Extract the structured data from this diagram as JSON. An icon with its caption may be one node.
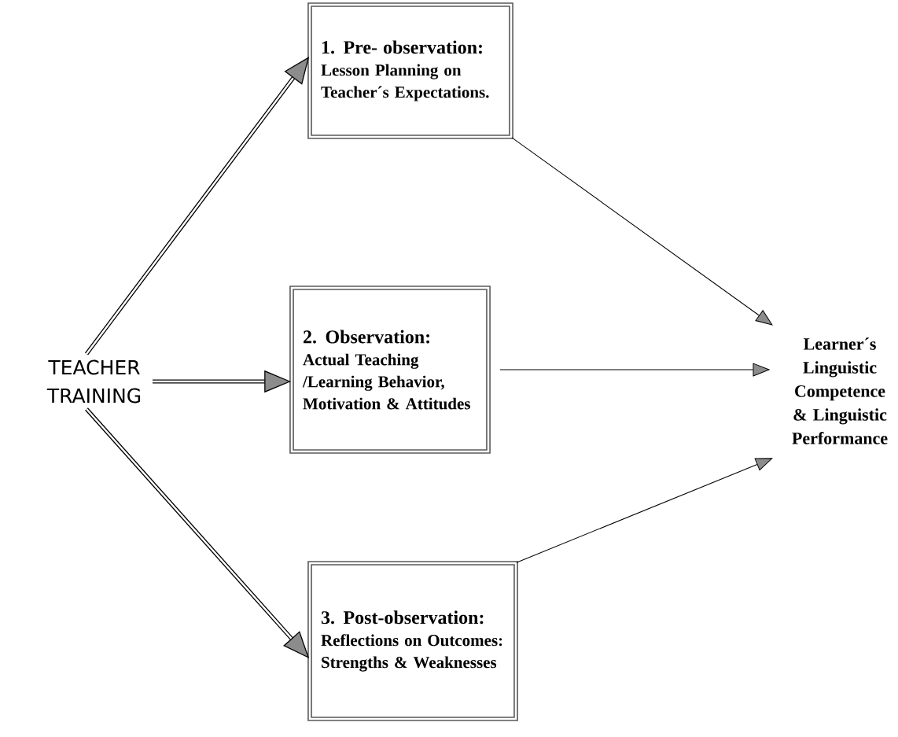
{
  "diagram": {
    "nodes": [
      {
        "text": [
          "TEACHER TRAINING"
        ]
      },
      {
        "text": [
          "1.  Pre- observation:",
          "Lesson Planning on Teacher´s Expectations."
        ]
      },
      {
        "text": [
          "2. Observation:",
          "Actual Teaching /Learning Behavior, Motivation & Attitudes"
        ]
      },
      {
        "text": [
          "3. Post-observation:",
          "Reflections on Outcomes: Strengths & Weaknesses"
        ]
      },
      {
        "text": [
          "Learner´s Linguistic Competence & Linguistic Performance"
        ]
      }
    ],
    "edges": [
      {
        "from": 0,
        "to": 1,
        "arrow": "to",
        "style": "thick"
      },
      {
        "from": 0,
        "to": 2,
        "arrow": "to",
        "style": "thick"
      },
      {
        "from": 0,
        "to": 3,
        "arrow": "to",
        "style": "thick"
      },
      {
        "from": 1,
        "to": 4,
        "arrow": "to"
      },
      {
        "from": 2,
        "to": 4,
        "arrow": "to"
      },
      {
        "from": 3,
        "to": 4,
        "arrow": "to"
      }
    ]
  }
}
